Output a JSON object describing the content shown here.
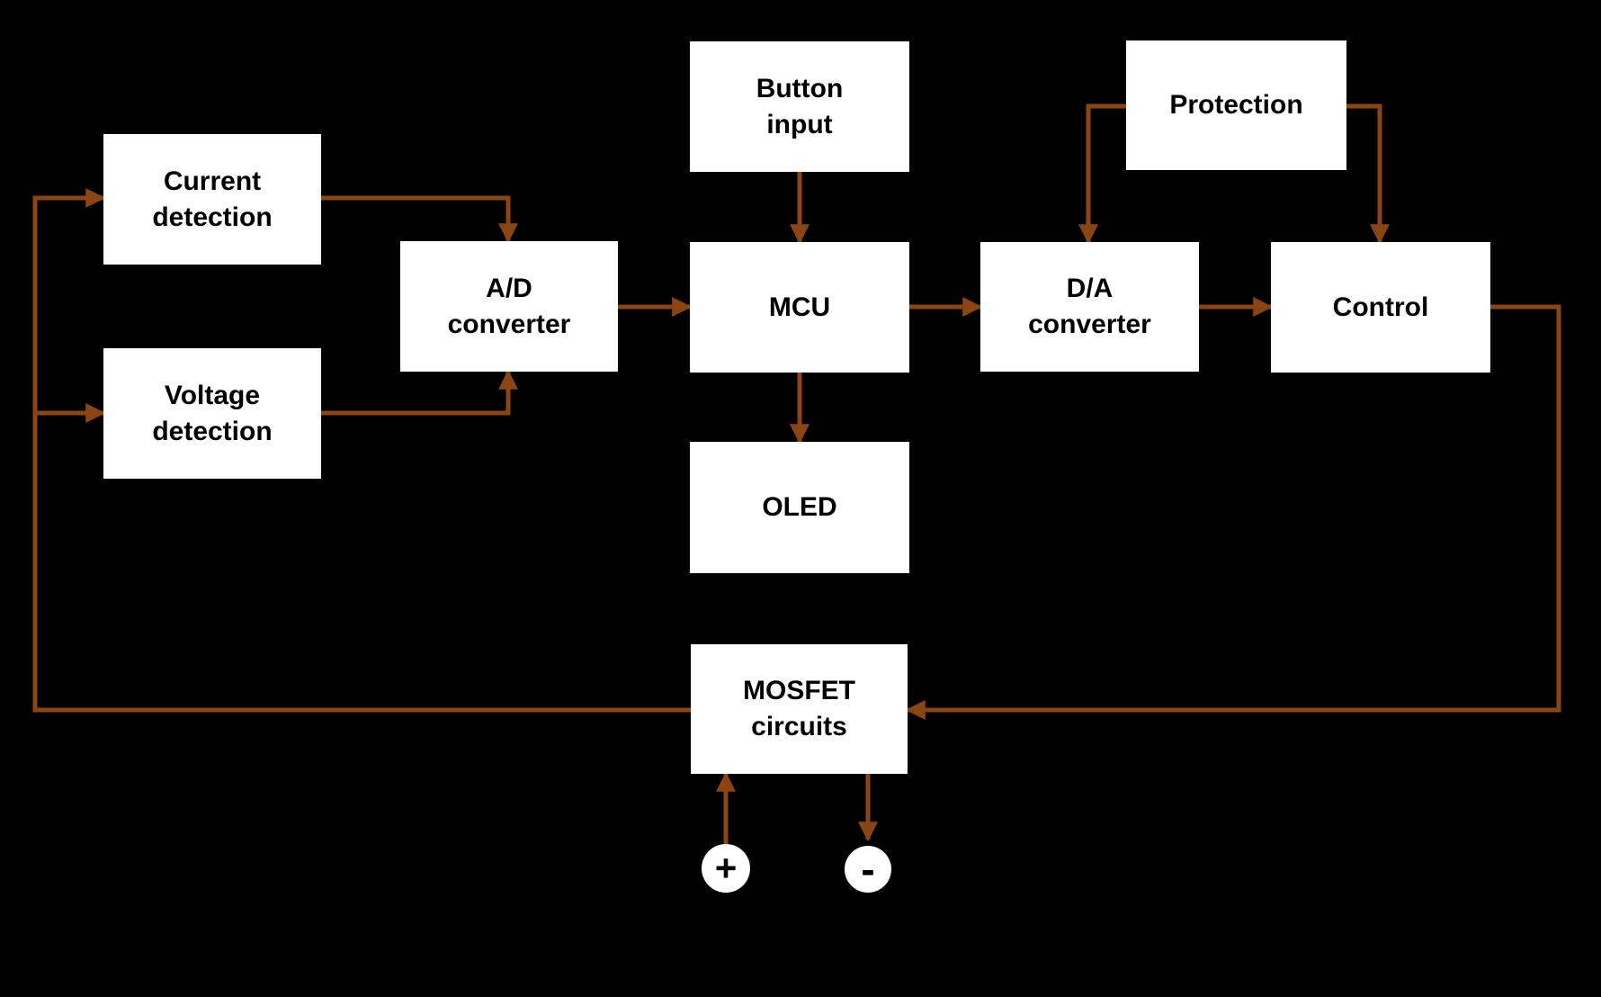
{
  "diagram": {
    "background": "#000000",
    "arrow_color": "#8B4513",
    "box_fill": "#ffffff",
    "box_text_color": "#000000",
    "blocks": {
      "current_detection": {
        "label": "Current\ndetection"
      },
      "voltage_detection": {
        "label": "Voltage\ndetection"
      },
      "ad_converter": {
        "label": "A/D\nconverter"
      },
      "button_input": {
        "label": "Button\ninput"
      },
      "mcu": {
        "label": "MCU"
      },
      "oled": {
        "label": "OLED"
      },
      "protection": {
        "label": "Protection"
      },
      "da_converter": {
        "label": "D/A\nconverter"
      },
      "control": {
        "label": "Control"
      },
      "mosfet_circuits": {
        "label": "MOSFET\ncircuits"
      }
    },
    "terminals": {
      "positive": {
        "label": "+"
      },
      "negative": {
        "label": "-"
      }
    },
    "connections": [
      {
        "from": "current_detection",
        "to": "ad_converter"
      },
      {
        "from": "voltage_detection",
        "to": "ad_converter"
      },
      {
        "from": "ad_converter",
        "to": "mcu"
      },
      {
        "from": "button_input",
        "to": "mcu"
      },
      {
        "from": "mcu",
        "to": "da_converter"
      },
      {
        "from": "mcu",
        "to": "oled"
      },
      {
        "from": "protection",
        "to": "da_converter"
      },
      {
        "from": "protection",
        "to": "control"
      },
      {
        "from": "da_converter",
        "to": "control"
      },
      {
        "from": "control",
        "to": "mosfet_circuits"
      },
      {
        "from": "mosfet_circuits",
        "to": "current_detection"
      },
      {
        "from": "mosfet_circuits",
        "to": "voltage_detection"
      },
      {
        "from": "positive_terminal",
        "to": "mosfet_circuits"
      },
      {
        "from": "mosfet_circuits",
        "to": "negative_terminal"
      }
    ]
  }
}
